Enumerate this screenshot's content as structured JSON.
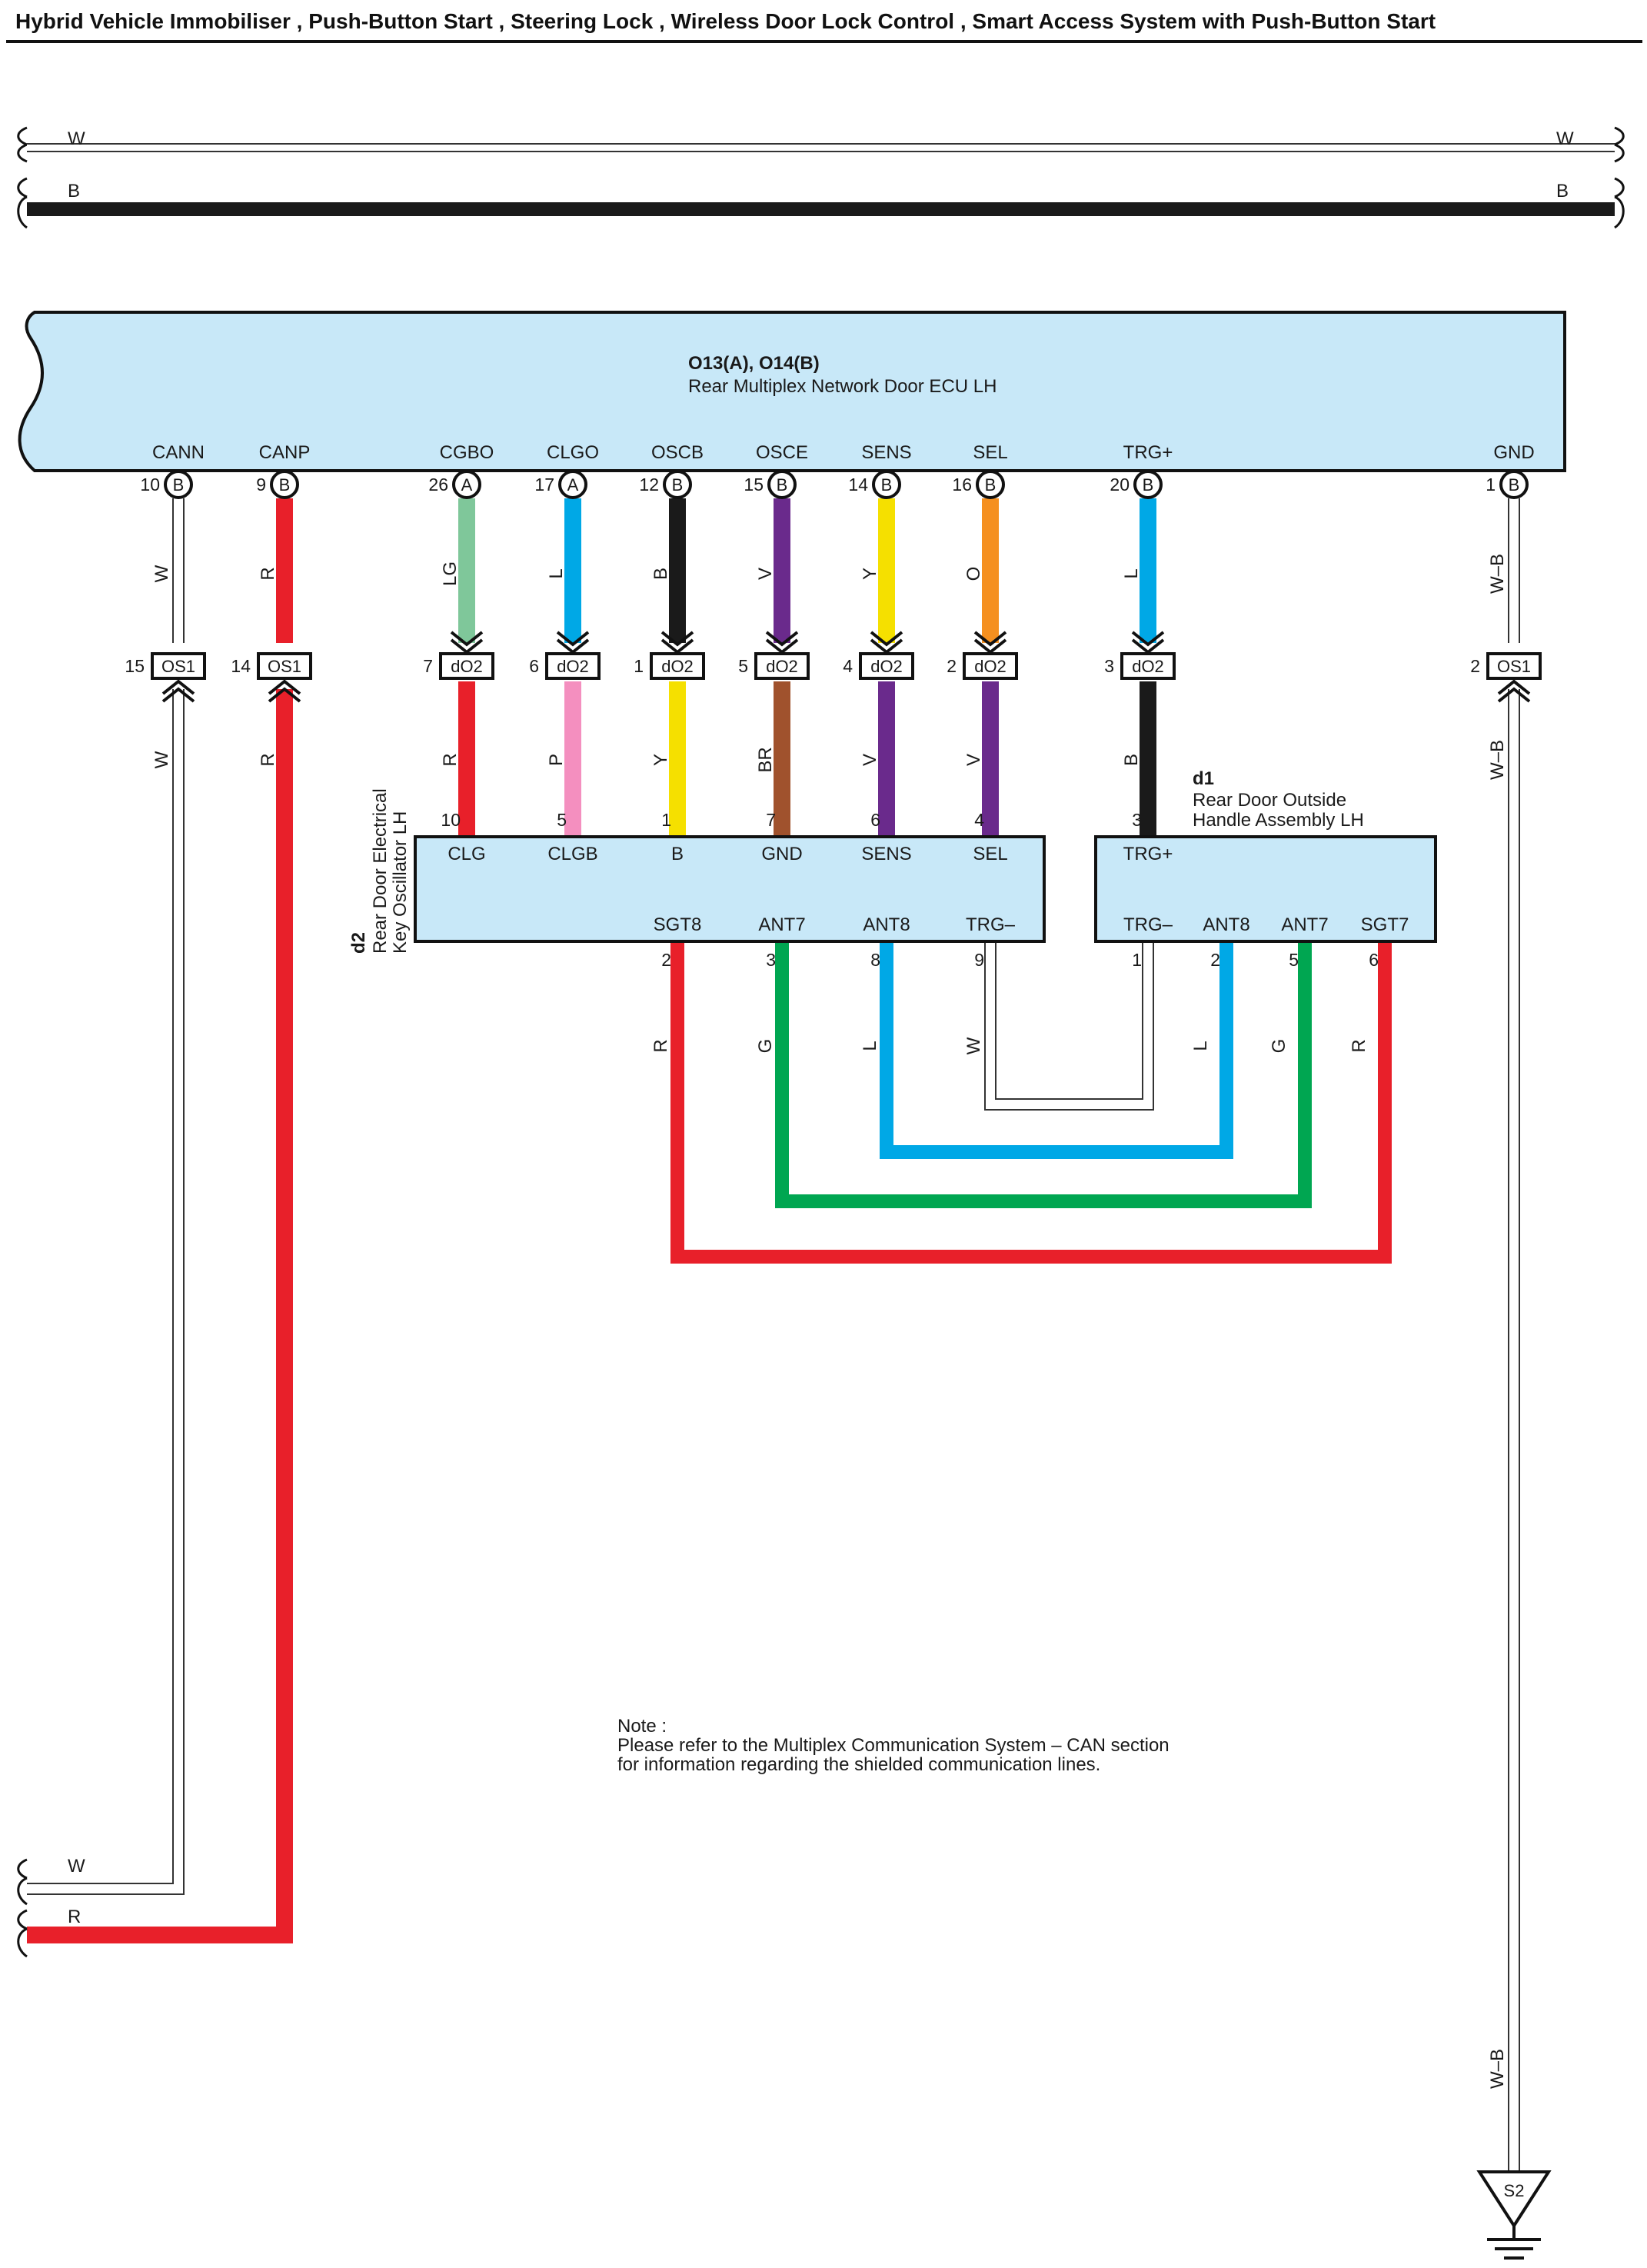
{
  "title": "Hybrid Vehicle Immobiliser , Push-Button Start , Steering Lock , Wireless Door Lock Control , Smart Access System with Push-Button Start",
  "top_bus": {
    "w": "W",
    "b": "B"
  },
  "ecu": {
    "id": "O13(A), O14(B)",
    "name": "Rear Multiplex Network Door ECU LH",
    "terminals": [
      {
        "label": "CANN",
        "num": "10",
        "conn": "B",
        "wire": "W",
        "color": "#ffffff"
      },
      {
        "label": "CANP",
        "num": "9",
        "conn": "B",
        "wire": "R",
        "color": "#e8202a"
      },
      {
        "label": "CGBO",
        "num": "26",
        "conn": "A",
        "wire": "LG",
        "color": "#7fc79a"
      },
      {
        "label": "CLGO",
        "num": "17",
        "conn": "A",
        "wire": "L",
        "color": "#00a8e6"
      },
      {
        "label": "OSCB",
        "num": "12",
        "conn": "B",
        "wire": "B",
        "color": "#1a1a1a"
      },
      {
        "label": "OSCE",
        "num": "15",
        "conn": "B",
        "wire": "V",
        "color": "#6a2a8c"
      },
      {
        "label": "SENS",
        "num": "14",
        "conn": "B",
        "wire": "Y",
        "color": "#f5e000"
      },
      {
        "label": "SEL",
        "num": "16",
        "conn": "B",
        "wire": "O",
        "color": "#f59020"
      },
      {
        "label": "TRG+",
        "num": "20",
        "conn": "B",
        "wire": "L",
        "color": "#00a8e6"
      },
      {
        "label": "GND",
        "num": "1",
        "conn": "B",
        "wire": "W–B",
        "color": "#ffffff"
      }
    ]
  },
  "inline": [
    {
      "num": "15",
      "name": "OS1"
    },
    {
      "num": "14",
      "name": "OS1"
    },
    {
      "num": "7",
      "name": "dO2"
    },
    {
      "num": "6",
      "name": "dO2"
    },
    {
      "num": "1",
      "name": "dO2"
    },
    {
      "num": "5",
      "name": "dO2"
    },
    {
      "num": "4",
      "name": "dO2"
    },
    {
      "num": "2",
      "name": "dO2"
    },
    {
      "num": "3",
      "name": "dO2"
    },
    {
      "num": "2",
      "name": "OS1"
    }
  ],
  "lower_wires": [
    {
      "wire": "W",
      "color": "#ffffff"
    },
    {
      "wire": "R",
      "color": "#e8202a"
    },
    {
      "wire": "R",
      "color": "#e8202a"
    },
    {
      "wire": "P",
      "color": "#f48fbf"
    },
    {
      "wire": "Y",
      "color": "#f5e000"
    },
    {
      "wire": "BR",
      "color": "#a0522d"
    },
    {
      "wire": "V",
      "color": "#6a2a8c"
    },
    {
      "wire": "V",
      "color": "#6a2a8c"
    },
    {
      "wire": "B",
      "color": "#1a1a1a"
    },
    {
      "wire": "W–B",
      "color": "#ffffff"
    }
  ],
  "d2": {
    "id": "d2",
    "name_line1": "Rear Door Electrical",
    "name_line2": "Key Oscillator LH",
    "top_terminals": [
      {
        "label": "CLG",
        "num": "10"
      },
      {
        "label": "CLGB",
        "num": "5"
      },
      {
        "label": "B",
        "num": "1"
      },
      {
        "label": "GND",
        "num": "7"
      },
      {
        "label": "SENS",
        "num": "6"
      },
      {
        "label": "SEL",
        "num": "4"
      }
    ],
    "bottom_terminals": [
      {
        "label": "SGT8",
        "num": "2",
        "wire": "R",
        "color": "#e8202a"
      },
      {
        "label": "ANT7",
        "num": "3",
        "wire": "G",
        "color": "#00a651"
      },
      {
        "label": "ANT8",
        "num": "8",
        "wire": "L",
        "color": "#00a8e6"
      },
      {
        "label": "TRG–",
        "num": "9",
        "wire": "W",
        "color": "#ffffff"
      }
    ]
  },
  "d1": {
    "id": "d1",
    "name_line1": "Rear Door Outside",
    "name_line2": "Handle Assembly LH",
    "top_terminal": {
      "label": "TRG+",
      "num": "3"
    },
    "bottom_terminals": [
      {
        "label": "TRG–",
        "num": "1",
        "wire": "",
        "color": "#ffffff"
      },
      {
        "label": "ANT8",
        "num": "2",
        "wire": "L",
        "color": "#00a8e6"
      },
      {
        "label": "ANT7",
        "num": "5",
        "wire": "G",
        "color": "#00a651"
      },
      {
        "label": "SGT7",
        "num": "6",
        "wire": "R",
        "color": "#e8202a"
      }
    ]
  },
  "bottom_bus": {
    "w": "W",
    "r": "R"
  },
  "ground": {
    "label": "S2",
    "wire": "W–B"
  },
  "note": {
    "line1": "Note :",
    "line2": "Please refer to the Multiplex Communication System – CAN section",
    "line3": "for information regarding the shielded communication lines."
  },
  "colors": {
    "box_fill": "#c8e8f8",
    "red": "#e8202a",
    "green": "#00a651",
    "blue": "#00a8e6",
    "black": "#1a1a1a"
  }
}
